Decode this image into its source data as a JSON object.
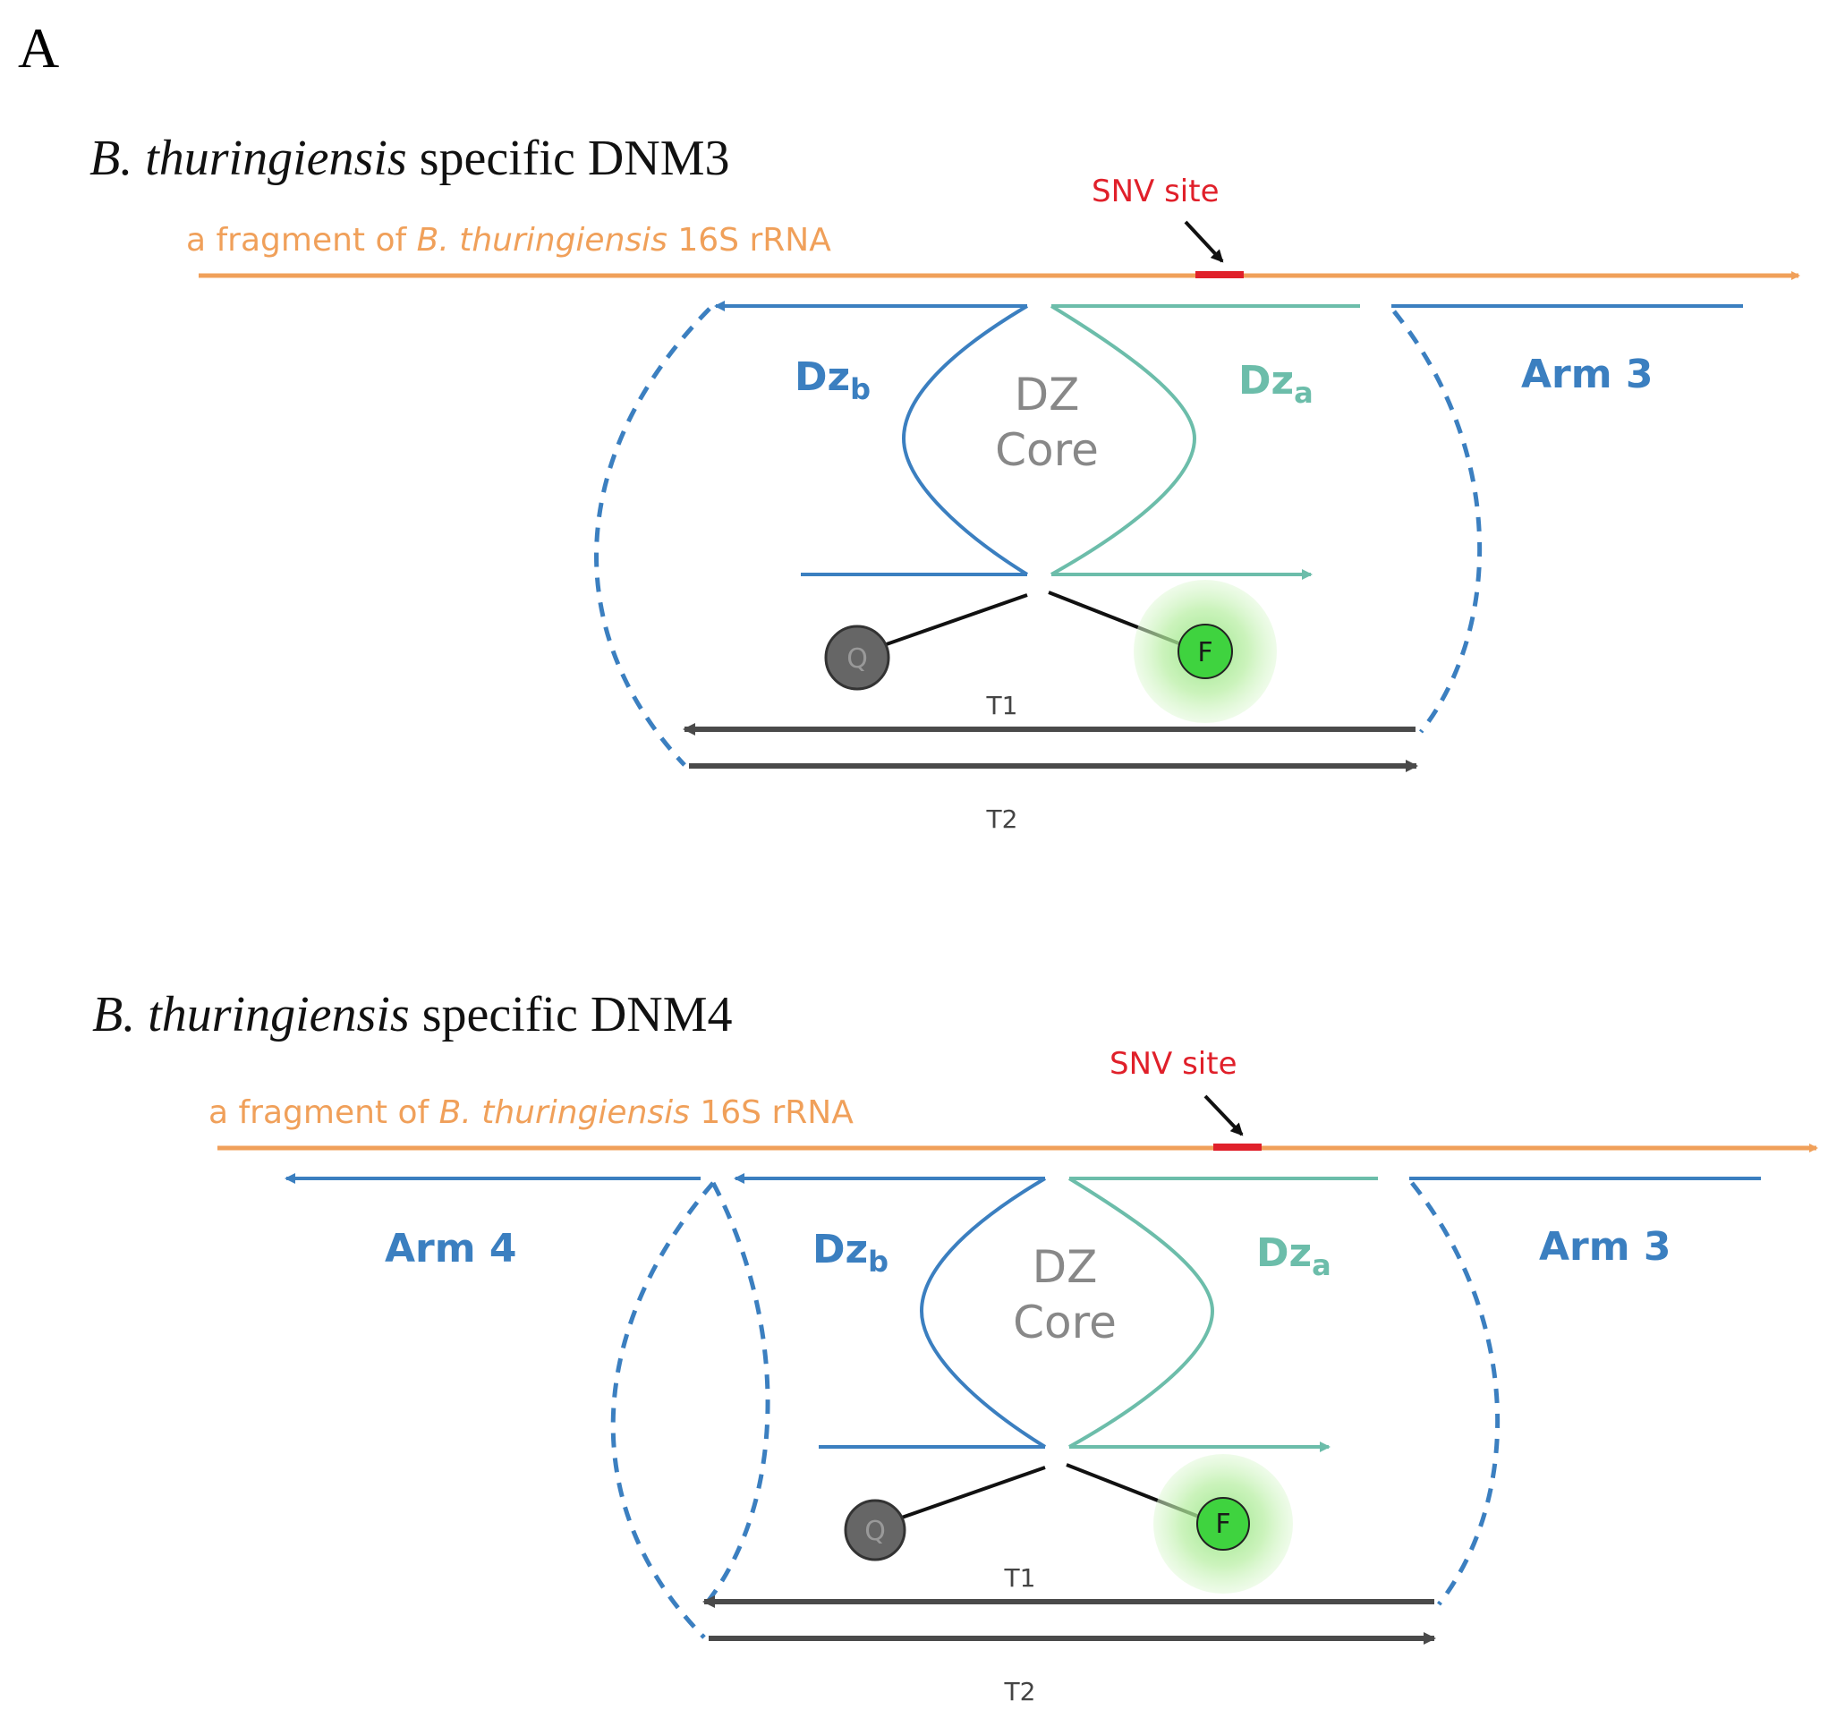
{
  "colors": {
    "target_strand": "#f0a05a",
    "snv": "#e0202a",
    "arm_blue": "#3b7fc0",
    "dz_a_teal": "#6cbdaa",
    "dark": "#4a4a4a",
    "quencher": "#666666",
    "fluorophore": "#3fd33f",
    "glow": "#c9f2bf"
  },
  "panel_label": "A",
  "panels": [
    {
      "title_italic": "B. thuringiensis",
      "title_rest": " specific DNM3",
      "target_prefix": "a fragment of ",
      "target_italic": "B. thuringiensis",
      "target_suffix": " 16S rRNA",
      "snv_label": "SNV site",
      "dzb_main": "Dz",
      "dzb_sub": "b",
      "dza_main": "Dz",
      "dza_sub": "a",
      "core_line1": "DZ",
      "core_line2": "Core",
      "arm3_label": "Arm 3",
      "quencher_label": "Q",
      "fluorophore_label": "F",
      "t1_label": "T1",
      "t2_label": "T2"
    },
    {
      "title_italic": "B. thuringiensis",
      "title_rest": " specific DNM4",
      "target_prefix": "a fragment of ",
      "target_italic": "B. thuringiensis",
      "target_suffix": " 16S rRNA",
      "snv_label": "SNV site",
      "arm4_label": "Arm 4",
      "dzb_main": "Dz",
      "dzb_sub": "b",
      "dza_main": "Dz",
      "dza_sub": "a",
      "core_line1": "DZ",
      "core_line2": "Core",
      "arm3_label": "Arm 3",
      "quencher_label": "Q",
      "fluorophore_label": "F",
      "t1_label": "T1",
      "t2_label": "T2"
    }
  ]
}
